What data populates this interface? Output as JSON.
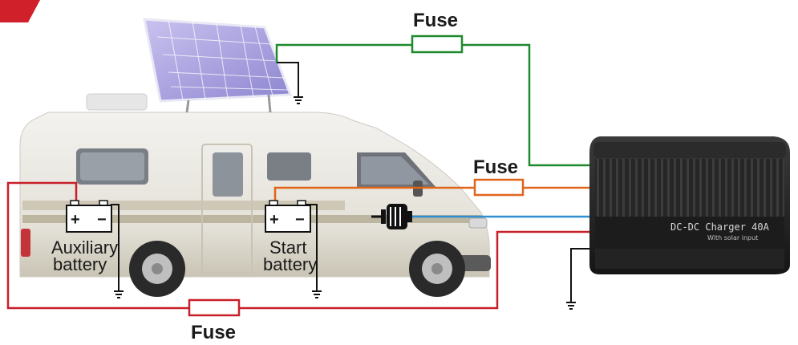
{
  "labels": {
    "fuse_top": "Fuse",
    "fuse_middle": "Fuse",
    "fuse_bottom": "Fuse",
    "aux_battery_line1": "Auxiliary",
    "aux_battery_line2": "battery",
    "start_battery_line1": "Start",
    "start_battery_line2": "battery",
    "terminal_plus": "+",
    "terminal_minus": "−",
    "charger_title": "DC-DC Charger 40A",
    "charger_subtitle": "With solar input"
  },
  "colors": {
    "solar_wire": "#1e8a2e",
    "start_wire": "#e0651a",
    "alternator_wire": "#2f8fd0",
    "aux_wire": "#c8202a",
    "ground_wire": "#111111",
    "corner_accent": "#d0202a"
  },
  "icons": [
    "solar-panel-icon",
    "motorhome-icon",
    "battery-icon",
    "alternator-icon",
    "ground-icon",
    "dc-dc-charger-icon"
  ]
}
